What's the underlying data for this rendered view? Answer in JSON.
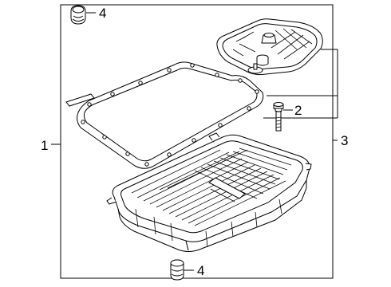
{
  "callouts": {
    "assembly": "1",
    "bolt": "2",
    "pan_assembly": "3",
    "plug_top": "4",
    "plug_bottom": "4"
  }
}
